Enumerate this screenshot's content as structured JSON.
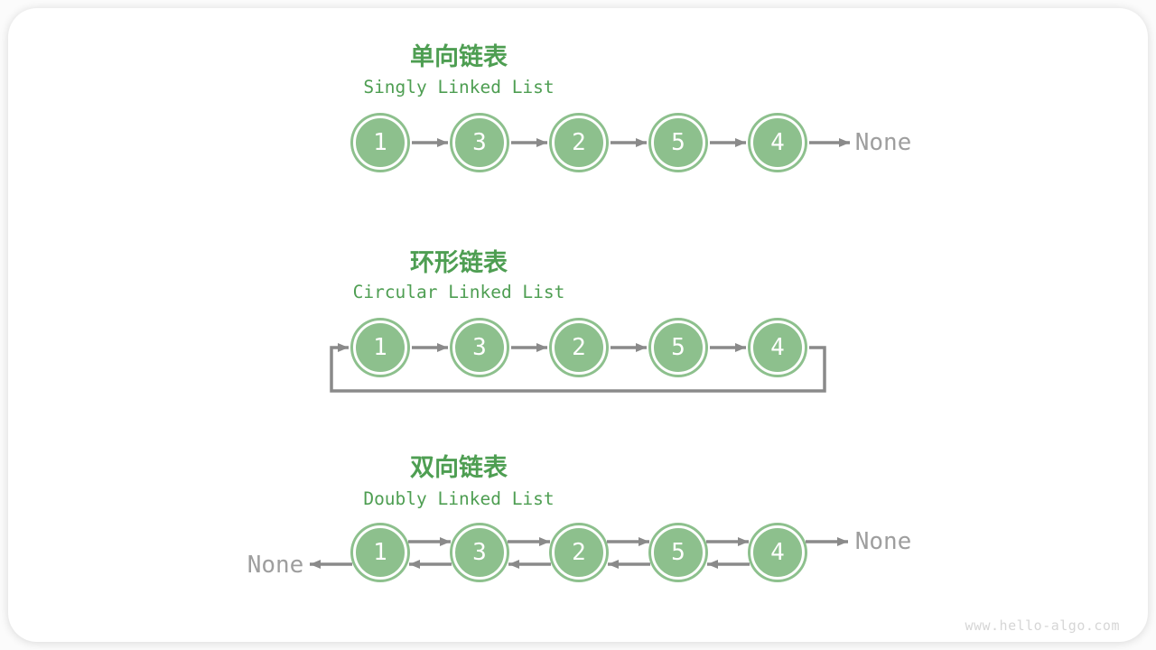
{
  "diagram": {
    "watermark": "www.hello-algo.com",
    "colors": {
      "node_fill_green": "#8DC08D",
      "node_text_white": "#FFFFFF",
      "title_green": "#4E9E52",
      "arrow_gray": "#8A8A8A",
      "none_gray": "#9E9E9E",
      "watermark_gray": "#D6D6D6"
    },
    "sections": [
      {
        "title_zh": "单向链表",
        "title_en": "Singly Linked List",
        "nodes": [
          "1",
          "3",
          "2",
          "5",
          "4"
        ],
        "tail_label": "None"
      },
      {
        "title_zh": "环形链表",
        "title_en": "Circular Linked List",
        "nodes": [
          "1",
          "3",
          "2",
          "5",
          "4"
        ]
      },
      {
        "title_zh": "双向链表",
        "title_en": "Doubly Linked List",
        "nodes": [
          "1",
          "3",
          "2",
          "5",
          "4"
        ],
        "head_label": "None",
        "tail_label": "None"
      }
    ]
  }
}
